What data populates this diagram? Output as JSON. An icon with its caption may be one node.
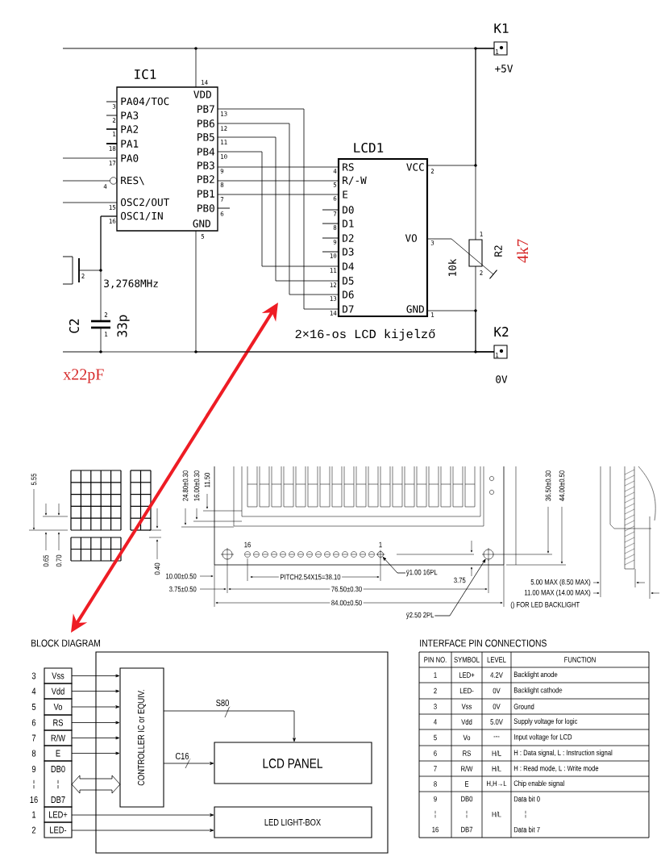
{
  "diagram": {
    "nodes": [
      {
        "text": [
          "IC1",
          "PA04/TOC",
          "PA3",
          "PA2",
          "PA1",
          "PA0",
          "RES\\",
          "OSC2/OUT",
          "OSC1/IN",
          "VDD",
          "PB7",
          "PB6",
          "PB5",
          "PB4",
          "PB3",
          "PB2",
          "PB1",
          "PB0",
          "GND"
        ],
        "beside": [
          "3",
          "2",
          "1",
          "18",
          "17",
          "15",
          "16",
          "14",
          "13",
          "12",
          "11",
          "10",
          "9",
          "8",
          "7",
          "6",
          "5"
        ]
      },
      {
        "text": [
          "LCD1",
          "RS",
          "R/-W",
          "E",
          "D0",
          "D1",
          "D2",
          "D3",
          "D4",
          "D5",
          "D6",
          "D7",
          "VCC",
          "VO",
          "GND"
        ],
        "beside": [
          "4",
          "5",
          "6",
          "7",
          "8",
          "9",
          "10",
          "11",
          "12",
          "13",
          "14",
          "2",
          "3",
          "1",
          "2×16-os LCD kijelző"
        ]
      },
      {
        "text": [
          "K1",
          "1"
        ],
        "beside": [
          "+5V"
        ]
      },
      {
        "text": [
          "K2",
          "1"
        ],
        "beside": [
          "0V"
        ]
      },
      {
        "text": [
          "R2"
        ],
        "beside": [
          "1",
          "2",
          "10k",
          "4k7"
        ]
      },
      {
        "text": [
          "BLOCK DIAGRAM"
        ]
      },
      {
        "text": [
          "Vss"
        ],
        "beside": [
          "3"
        ]
      },
      {
        "text": [
          "Vdd"
        ],
        "beside": [
          "4"
        ]
      },
      {
        "text": [
          "Vo"
        ],
        "beside": [
          "5"
        ]
      },
      {
        "text": [
          "RS"
        ],
        "beside": [
          "6"
        ]
      },
      {
        "text": [
          "R/W"
        ],
        "beside": [
          "7"
        ]
      },
      {
        "text": [
          "E"
        ],
        "beside": [
          "8"
        ]
      },
      {
        "text": [
          "DB0",
          "¦",
          "DB7"
        ],
        "beside": [
          "9",
          "¦",
          "16"
        ]
      },
      {
        "text": [
          "LED+"
        ],
        "beside": [
          "1"
        ]
      },
      {
        "text": [
          "LED-"
        ],
        "beside": [
          "2"
        ]
      },
      {
        "text": [
          "CONTROLLER IC or EQUIV."
        ],
        "in": 5
      },
      {
        "text": [
          "LCD PANEL"
        ],
        "in": 5
      },
      {
        "text": [
          "LED LIGHT-BOX"
        ],
        "in": 5
      },
      {
        "text": [
          "ÿ1.00 16PL"
        ]
      },
      {
        "text": [],
        "shape": "circle",
        "beside": [
          "1"
        ]
      },
      {
        "text": [
          "ÿ2.50 2PL"
        ]
      },
      {
        "text": [],
        "shape": "circle"
      },
      {
        "text": [],
        "shape": "picture"
      },
      {
        "text": [],
        "shape": "picture"
      },
      {
        "text": [],
        "shape": "circle",
        "beside": [
          "4"
        ]
      }
    ],
    "edges": [
      {
        "from": 0,
        "to": 1,
        "arrow": "none"
      },
      {
        "from": 0,
        "to": 1,
        "arrow": "none"
      },
      {
        "from": 0,
        "to": 1,
        "arrow": "none"
      },
      {
        "from": 0,
        "to": 1,
        "arrow": "none"
      },
      {
        "from": 0,
        "to": 1,
        "arrow": "none"
      },
      {
        "from": 0,
        "to": 1,
        "arrow": "none"
      },
      {
        "from": 0,
        "to": 1,
        "arrow": "none"
      },
      {
        "from": 0,
        "to": 2,
        "arrow": "none"
      },
      {
        "from": 0,
        "to": 3,
        "arrow": "none"
      },
      {
        "from": 1,
        "to": 2,
        "arrow": "none"
      },
      {
        "from": 1,
        "to": 3,
        "arrow": "none"
      },
      {
        "from": 2,
        "to": 4,
        "arrow": "none"
      },
      {
        "from": 4,
        "to": 3,
        "arrow": "none"
      },
      {
        "from": 1,
        "to": 4,
        "arrow": "none"
      },
      {
        "from": null,
        "to": 5,
        "arrow": "both",
        "style": "thick",
        "color": "#ee1c24"
      },
      {
        "from": 6,
        "to": 15,
        "arrow": "to"
      },
      {
        "from": 7,
        "to": 15,
        "arrow": "to"
      },
      {
        "from": 8,
        "to": 15,
        "arrow": "to"
      },
      {
        "from": 9,
        "to": 15,
        "arrow": "to"
      },
      {
        "from": 10,
        "to": 15,
        "arrow": "to"
      },
      {
        "from": 11,
        "to": 15,
        "arrow": "to"
      },
      {
        "from": 12,
        "to": 15,
        "arrow": "both"
      },
      {
        "from": 15,
        "to": 16,
        "arrow": "to",
        "label": "S80"
      },
      {
        "from": 15,
        "to": 16,
        "arrow": "to",
        "label": "C16"
      },
      {
        "from": 13,
        "to": 17,
        "arrow": "to"
      },
      {
        "from": 14,
        "to": 17,
        "arrow": "to"
      },
      {
        "from": 18,
        "to": 19,
        "arrow": "to"
      },
      {
        "from": 20,
        "to": 21,
        "arrow": "to"
      },
      {
        "from": 0,
        "to": 22,
        "arrow": "none"
      },
      {
        "from": 0,
        "to": 23,
        "arrow": "none"
      },
      {
        "from": 23,
        "to": 3,
        "arrow": "none"
      },
      {
        "from": null,
        "to": 0,
        "arrow": "none"
      },
      {
        "from": null,
        "to": 24,
        "arrow": "none"
      },
      {
        "from": null,
        "to": 0,
        "arrow": "none"
      }
    ],
    "labels": [
      "2",
      "3,2768MHz",
      "2",
      "C2",
      "33p",
      "1",
      "x22pF",
      "5.55",
      "24.80±0.30",
      "16.00±0.30",
      "11.50",
      "36.50±0.30",
      "44.00±0.50",
      "0.65",
      "0.70",
      "0.40",
      "16",
      "PITCH2.54X15=38.10",
      "3.75",
      "10.00±0.50",
      "3.75±0.50",
      "76.50±0.30",
      "5.00 MAX (8.50 MAX)",
      "11.00 MAX (14.00 MAX)",
      "84.00±0.50",
      "() FOR LED BACKLIGHT",
      "INTERFACE PIN CONNECTIONS",
      "PIN NO.",
      "SYMBOL",
      "LEVEL",
      "FUNCTION",
      "1",
      "LED+",
      "4.2V",
      "Backlight anode",
      "2",
      "LED-",
      "0V",
      "Backlight cathode",
      "3",
      "Vss",
      "0V",
      "Ground",
      "4",
      "Vdd",
      "5.0V",
      "Supply voltage for logic",
      "5",
      "Vo",
      "---",
      "Input voltage for LCD",
      "6",
      "RS",
      "H/L",
      "H : Data signal, L : Instruction signal",
      "7",
      "R/W",
      "H/L",
      "H : Read mode, L : Write mode",
      "8",
      "E",
      "H,H→L",
      "Chip enable signal",
      "9",
      "DB0",
      "Data bit 0",
      "¦",
      "¦",
      "H/L",
      "¦",
      "16",
      "DB7",
      "Data bit 7"
    ]
  }
}
